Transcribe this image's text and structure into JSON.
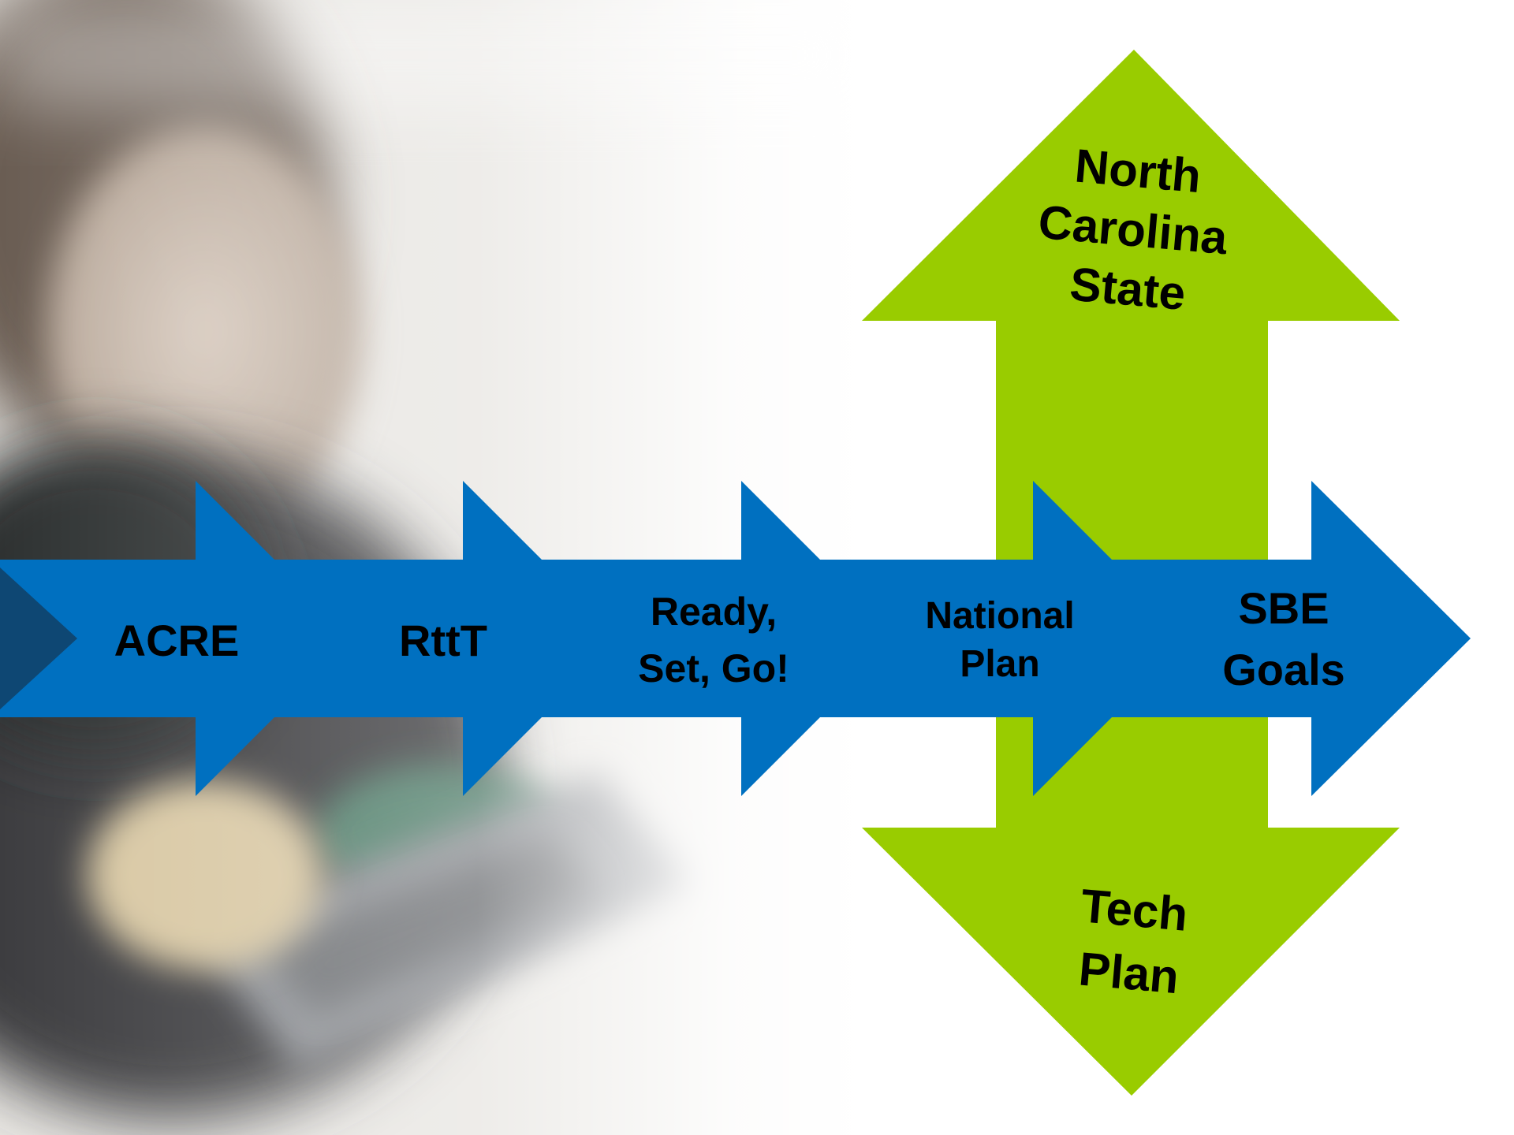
{
  "colors": {
    "timeline_arrow": "#0070C0",
    "green_arrow": "#99CC00",
    "label_text": "#000000",
    "background": "#FFFFFF"
  },
  "background_image": {
    "icon": "blurred-student-with-laptop-photo"
  },
  "timeline": {
    "acre": "ACRE",
    "rttt": "RttT",
    "ready_line1": "Ready,",
    "ready_line2": "Set, Go!",
    "national_line1": "National",
    "national_line2": "Plan",
    "sbe_line1": "SBE",
    "sbe_line2": "Goals"
  },
  "vertical_arrow": {
    "top_line1": "North",
    "top_line2": "Carolina",
    "top_line3": "State",
    "bottom_line1": "Tech",
    "bottom_line2": "Plan"
  }
}
